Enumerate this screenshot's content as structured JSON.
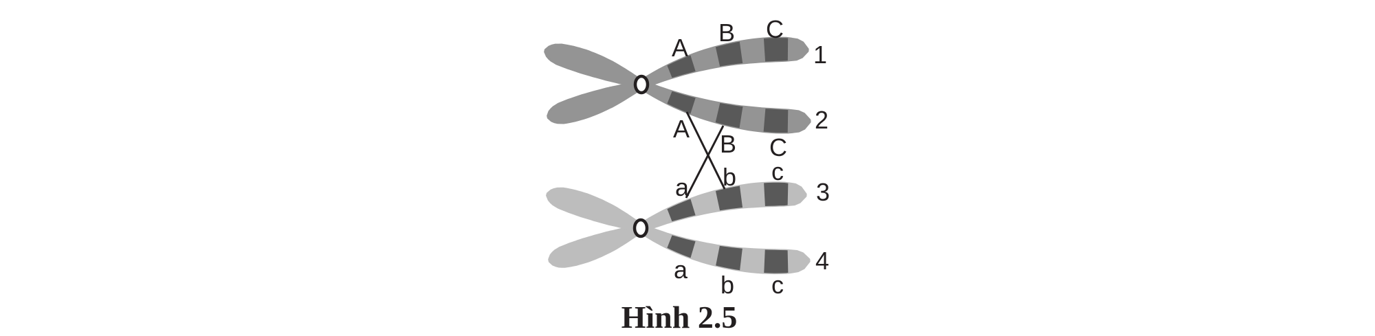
{
  "caption": "Hình 2.5",
  "colors": {
    "background": "#ffffff",
    "top_chromosome_body": "#949494",
    "bottom_chromosome_body": "#bdbdbd",
    "band": "#595959",
    "ink": "#231f20"
  },
  "top_chromosome": {
    "centromere_symbol": "O",
    "chromatids": [
      {
        "number": "1",
        "band_labels": [
          "A",
          "B",
          "C"
        ]
      },
      {
        "number": "2",
        "band_labels": [
          "A",
          "B",
          "C"
        ]
      }
    ]
  },
  "bottom_chromosome": {
    "centromere_symbol": "O",
    "chromatids": [
      {
        "number": "3",
        "band_labels": [
          "a",
          "b",
          "c"
        ]
      },
      {
        "number": "4",
        "band_labels": [
          "a",
          "b",
          "c"
        ]
      }
    ]
  },
  "crossover": {
    "line_count": 2
  }
}
